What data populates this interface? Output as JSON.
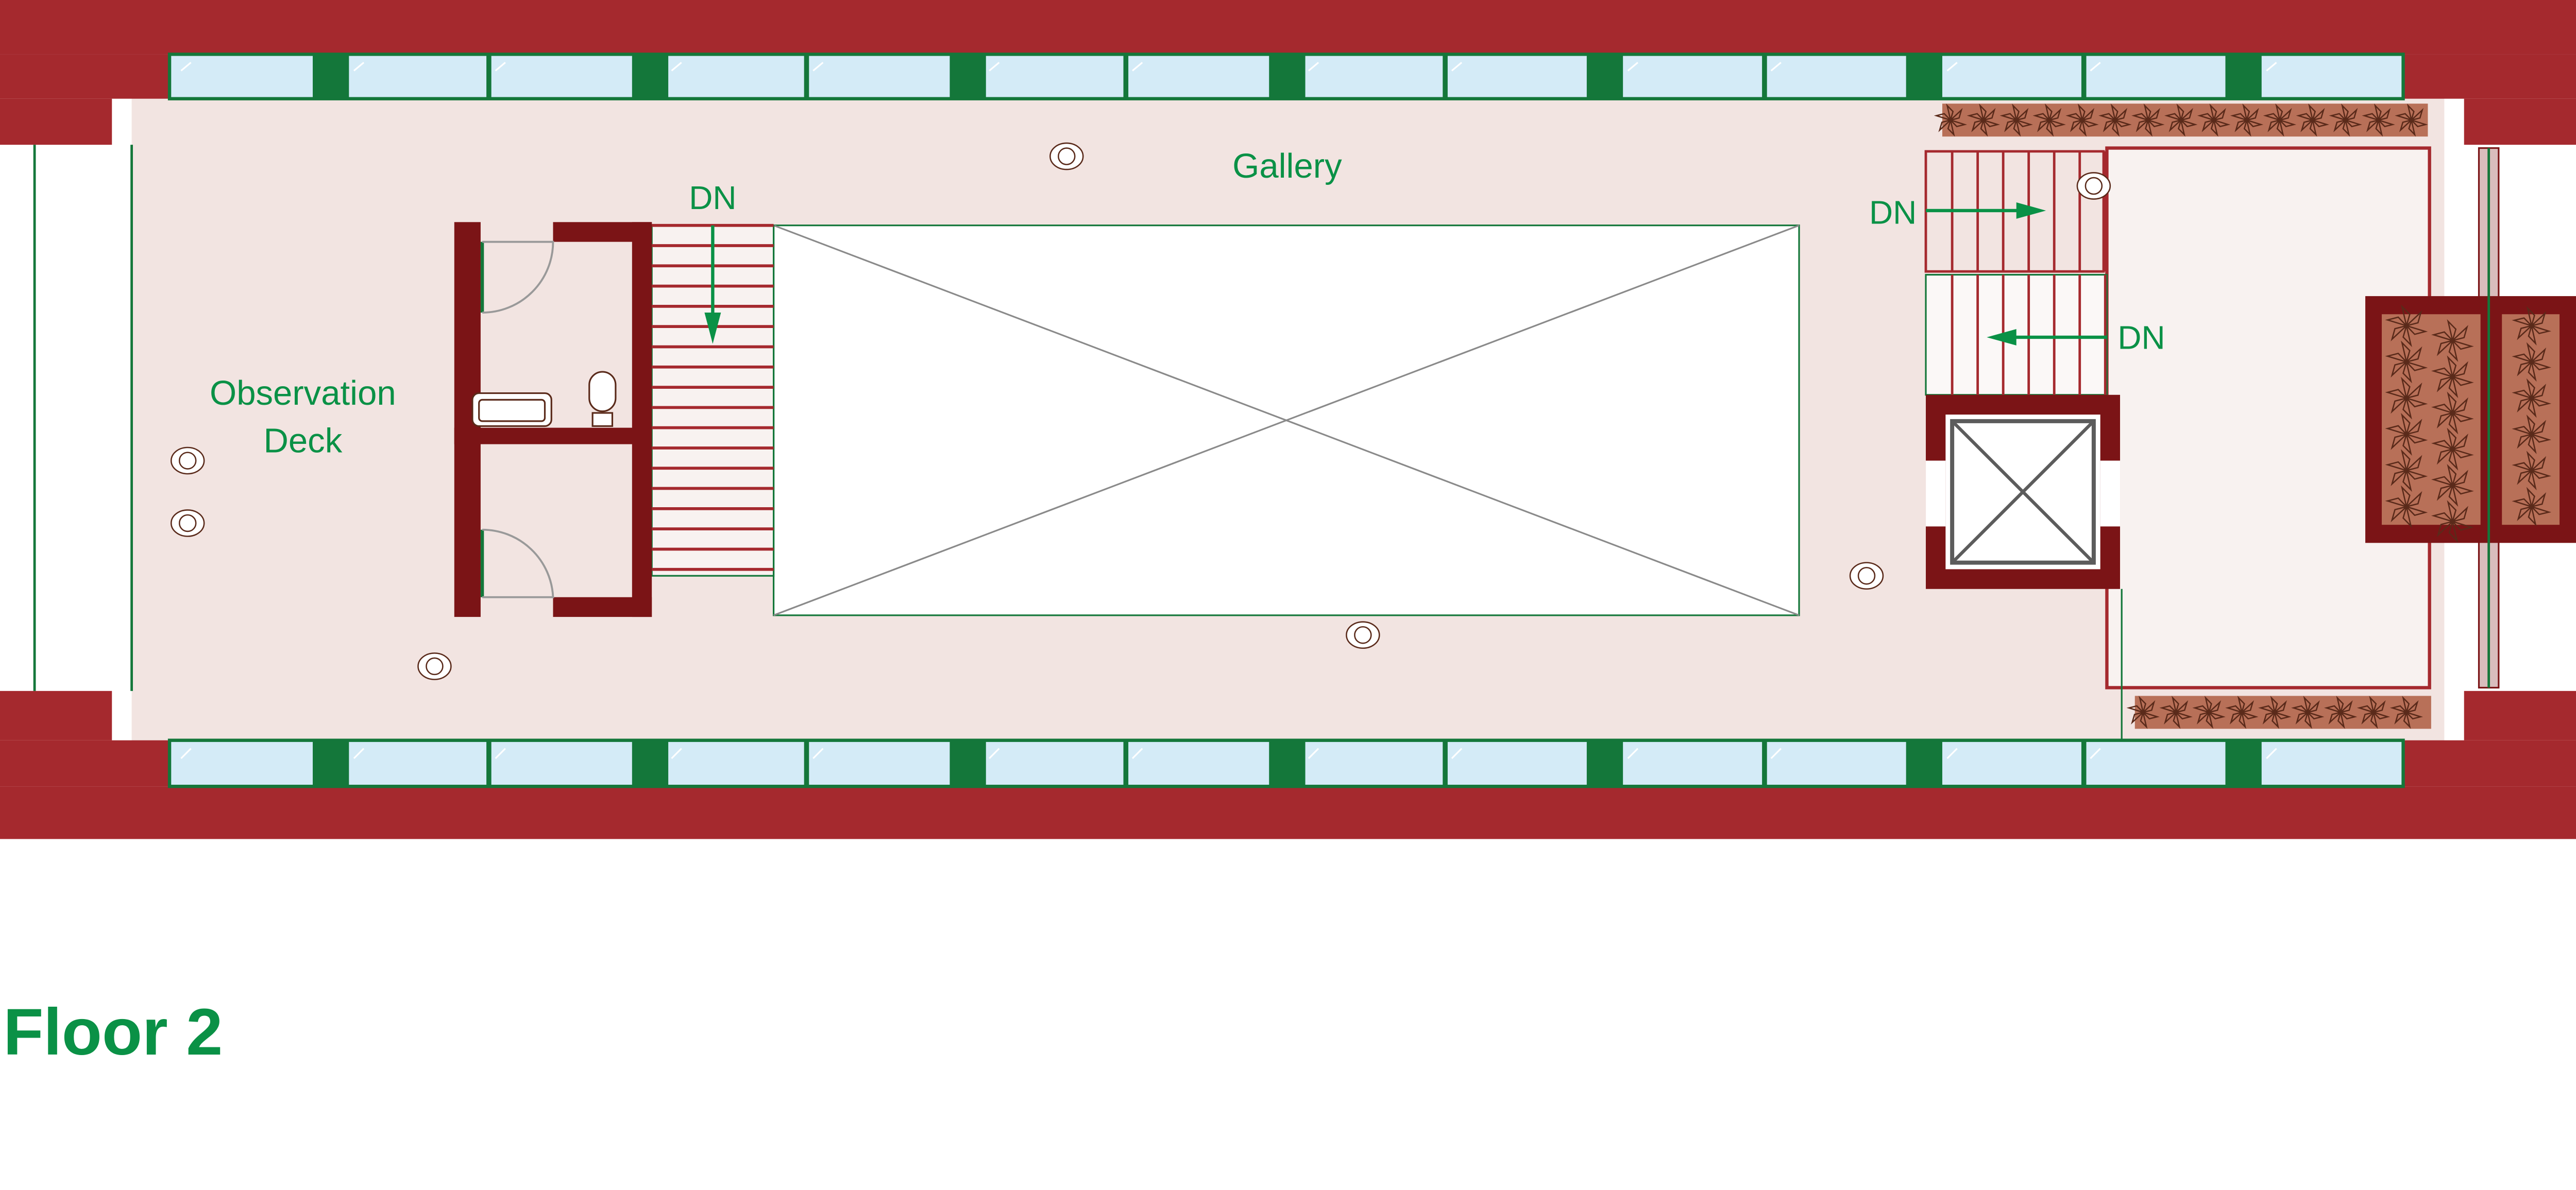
{
  "plan": {
    "title": "Floor 2",
    "rooms": {
      "gallery": "Gallery",
      "observation_line1": "Observation",
      "observation_line2": "Deck"
    },
    "stairs": {
      "left_dn": "DN",
      "right_upper_dn": "DN",
      "right_lower_dn": "DN"
    }
  },
  "colors": {
    "wall": "#a5292e",
    "dark_wall": "#7b1416",
    "floor": "#f2e4e1",
    "terrace": "#f8f2f0",
    "glass": "#d4ebf7",
    "frame": "#14773a",
    "label": "#0a9146",
    "planter": "#b87058"
  }
}
